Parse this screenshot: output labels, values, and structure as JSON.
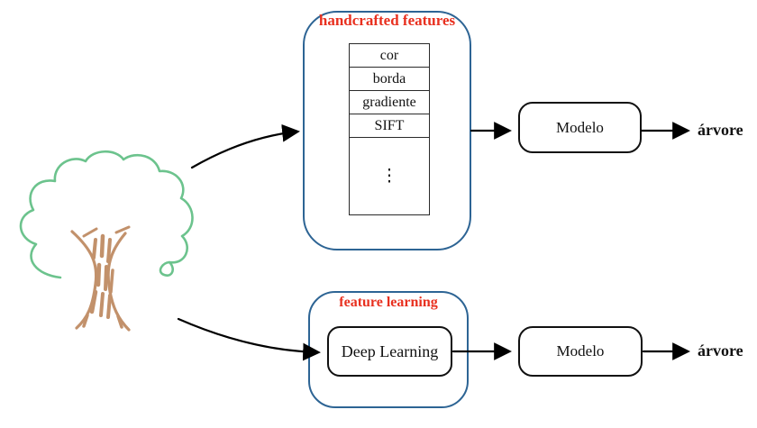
{
  "colors": {
    "accent_red": "#e8301f",
    "container_blue": "#2d6494",
    "ink_black": "#111111",
    "tree_green": "#6cc38d",
    "trunk_brown": "#c2916b"
  },
  "top_pipeline": {
    "container_label": "handcrafted features",
    "feature_table": {
      "rows": [
        "cor",
        "borda",
        "gradiente",
        "SIFT"
      ],
      "ellipsis": "⋮"
    },
    "model_label": "Modelo",
    "output_label": "árvore"
  },
  "bottom_pipeline": {
    "container_label": "feature learning",
    "box_label": "Deep Learning",
    "model_label": "Modelo",
    "output_label": "árvore"
  },
  "input_icon": "hand-drawn-tree"
}
